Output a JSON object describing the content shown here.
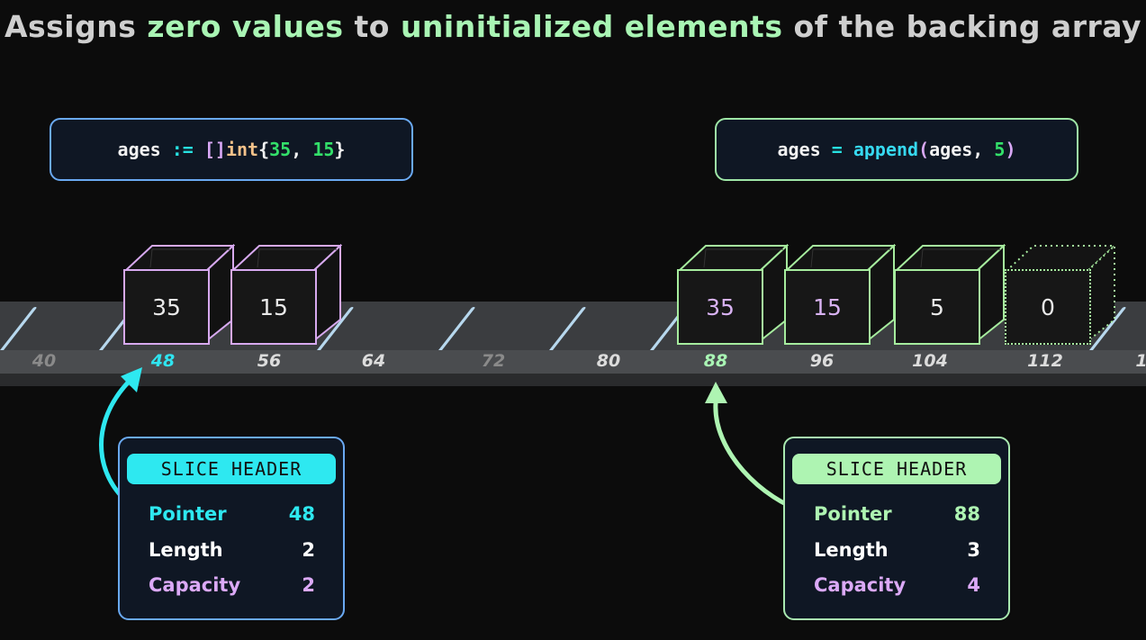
{
  "title": {
    "part1": "Assigns ",
    "highlight1": "zero values",
    "part2": " to ",
    "highlight2": "uninitialized elements",
    "part3": " of the backing array"
  },
  "code_left": {
    "t1": "ages ",
    "t2": ":=",
    "t3": " []",
    "t4": "int",
    "t5": "{",
    "t6": "35",
    "t7": ", ",
    "t8": "15",
    "t9": "}"
  },
  "code_right": {
    "t1": "ages ",
    "t2": "=",
    "t3": " append",
    "t4": "(",
    "t5": "ages",
    "t6": ", ",
    "t7": "5",
    "t8": ")"
  },
  "addresses": [
    "40",
    "48",
    "56",
    "64",
    "72",
    "80",
    "88",
    "96",
    "104",
    "112",
    "1"
  ],
  "old_array": [
    "35",
    "15"
  ],
  "new_array": [
    "35",
    "15",
    "5",
    "0"
  ],
  "header_left": {
    "title": "SLICE HEADER",
    "pointer_label": "Pointer",
    "pointer": "48",
    "length_label": "Length",
    "length": "2",
    "capacity_label": "Capacity",
    "capacity": "2"
  },
  "header_right": {
    "title": "SLICE HEADER",
    "pointer_label": "Pointer",
    "pointer": "88",
    "length_label": "Length",
    "length": "3",
    "capacity_label": "Capacity",
    "capacity": "4"
  },
  "colors": {
    "cyan": "#2ee8f0",
    "green": "#aef4b2",
    "purple": "#d7a9ef",
    "blue_border": "#6aa9f2"
  }
}
